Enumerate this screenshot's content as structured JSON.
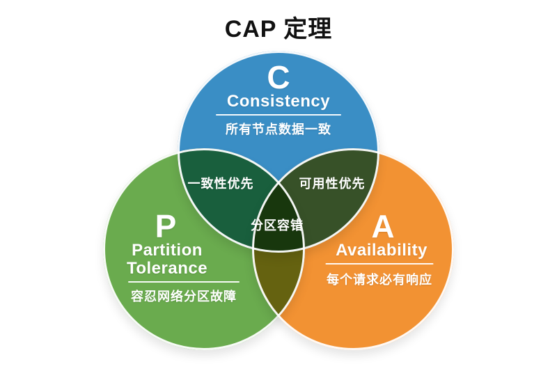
{
  "title": "CAP 定理",
  "colors": {
    "consistency": "#3a8ec5",
    "partition": "#6aab4e",
    "availability": "#f29233",
    "title_text": "#111111",
    "background": "#ffffff",
    "label_text": "#ffffff"
  },
  "diagram": {
    "type": "venn-3-circles",
    "circles": {
      "consistency": {
        "letter": "C",
        "name": "Consistency",
        "description": "所有节点数据一致"
      },
      "partition": {
        "letter": "P",
        "name_line1": "Partition",
        "name_line2": "Tolerance",
        "description": "容忍网络分区故障"
      },
      "availability": {
        "letter": "A",
        "name": "Availability",
        "description": "每个请求必有响应"
      }
    },
    "overlaps": {
      "consistency_partition": "一致性优先",
      "consistency_availability": "可用性优先",
      "center": "分区容错"
    }
  }
}
